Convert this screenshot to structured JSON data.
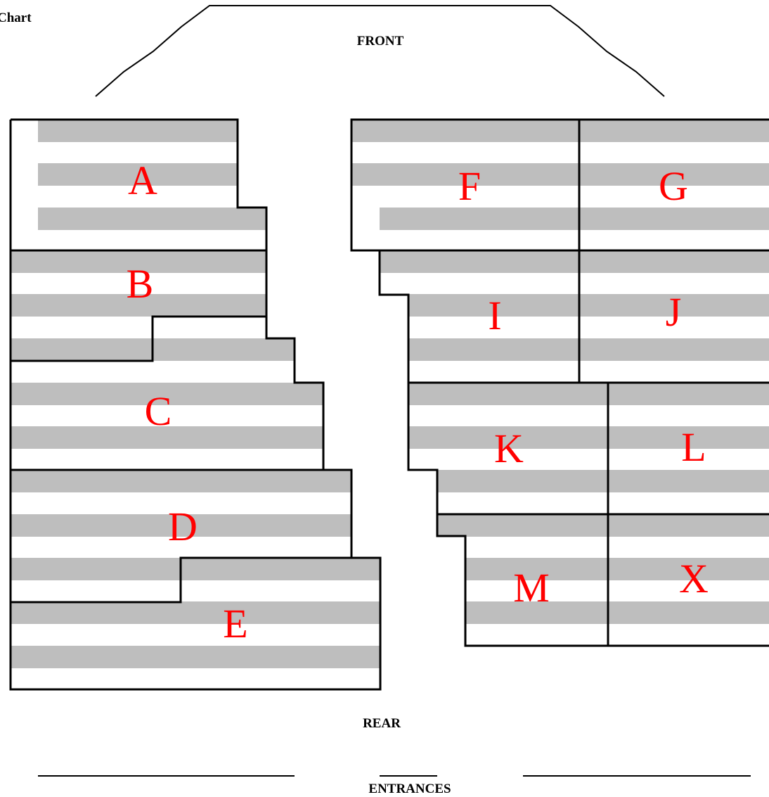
{
  "title": "Chart",
  "labels": {
    "front": "FRONT",
    "rear": "REAR",
    "entrances": "ENTRANCES"
  },
  "sections": {
    "A": "A",
    "B": "B",
    "C": "C",
    "D": "D",
    "E": "E",
    "F": "F",
    "G": "G",
    "I": "I",
    "J": "J",
    "K": "K",
    "L": "L",
    "M": "M",
    "X": "X"
  },
  "colors": {
    "section_letter": "#ff0000",
    "row_band": "#bebebe",
    "outline": "#000000"
  }
}
